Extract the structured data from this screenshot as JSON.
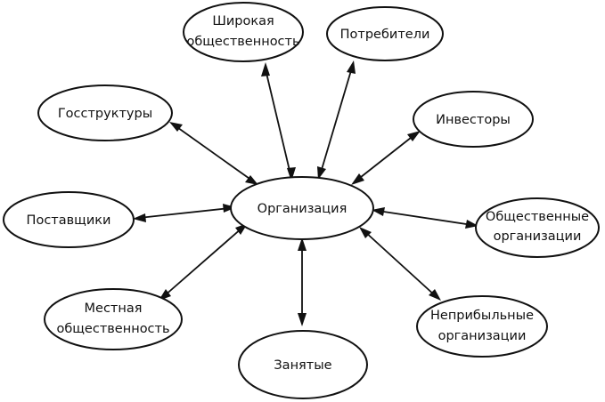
{
  "diagram": {
    "center": {
      "label": "Организация"
    },
    "nodes": [
      {
        "id": "shirokaya",
        "lines": [
          "Широкая",
          "общественность"
        ]
      },
      {
        "id": "potrebiteli",
        "lines": [
          "Потребители"
        ]
      },
      {
        "id": "gosstruktury",
        "lines": [
          "Госструктуры"
        ]
      },
      {
        "id": "investory",
        "lines": [
          "Инвесторы"
        ]
      },
      {
        "id": "postavshchiki",
        "lines": [
          "Поставщики"
        ]
      },
      {
        "id": "obshchestvennye",
        "lines": [
          "Общественные",
          "организации"
        ]
      },
      {
        "id": "mestnaya",
        "lines": [
          "Местная",
          "общественность"
        ]
      },
      {
        "id": "neprib",
        "lines": [
          "Неприбыльные",
          "организации"
        ]
      },
      {
        "id": "zanyatye",
        "lines": [
          "Занятые"
        ]
      }
    ]
  }
}
